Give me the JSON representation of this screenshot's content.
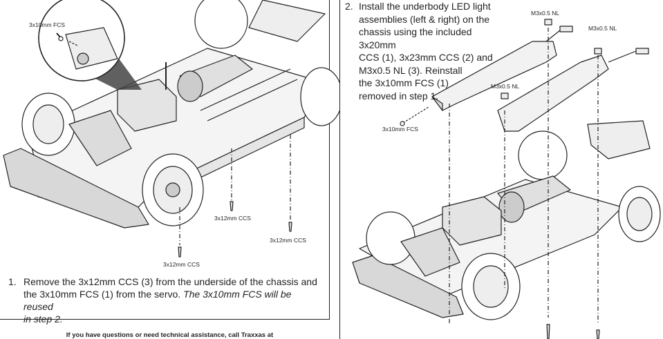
{
  "callouts": {
    "fcs_top": "3x10mm FCS",
    "ccs_a": "3x12mm CCS",
    "ccs_b": "3x12mm CCS",
    "ccs_c": "3x12mm CCS",
    "nl_a": "M3x0.5 NL",
    "nl_b": "M3x0.5 NL",
    "nl_c": "M3x0.5 NL",
    "fcs_right": "3x10mm FCS"
  },
  "step1": {
    "number": "1.",
    "text_line1": "Remove the 3x12mm CCS (3) from the underside of the chassis and",
    "text_line2": "the 3x10mm FCS (1) from the servo.",
    "text_italic": "The 3x10mm FCS will be reused",
    "text_italic2": "in step 2."
  },
  "step2": {
    "number": "2.",
    "lines": [
      "Install the underbody LED light",
      "assemblies (left & right) on the",
      "chassis using the included 3x20mm",
      "CCS (1), 3x23mm CCS (2) and",
      "M3x0.5 NL (3). Reinstall",
      "the 3x10mm FCS (1)",
      "removed in step 1."
    ]
  },
  "footer": {
    "text": "If you have questions or need technical assistance, call Traxxas at"
  }
}
